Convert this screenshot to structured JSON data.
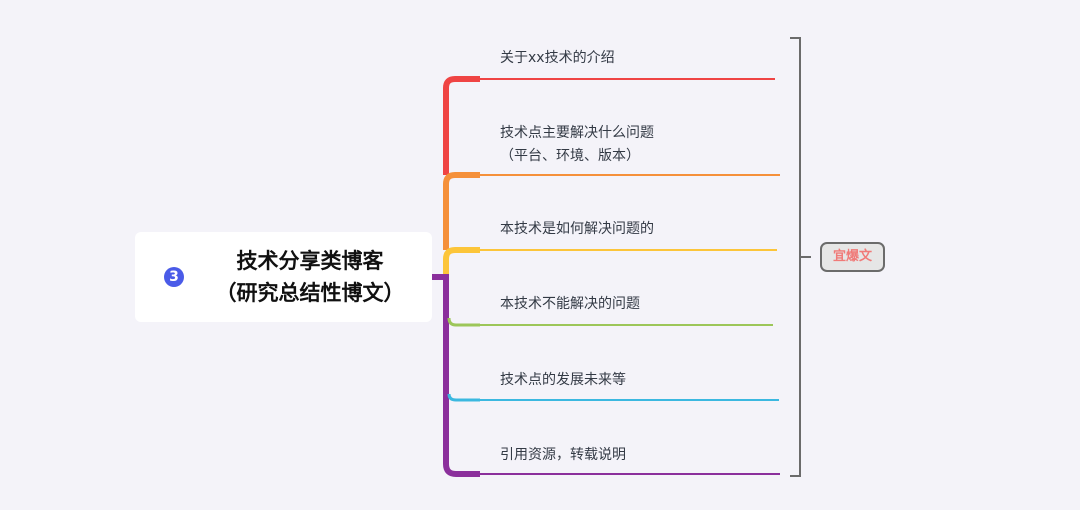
{
  "root": {
    "badge": "3",
    "title_line1": "技术分享类博客",
    "title_line2": "（研究总结性博文）"
  },
  "topics": [
    {
      "line1": "关于xx技术的介绍",
      "line2": "",
      "color": "#ef4444"
    },
    {
      "line1": "技术点主要解决什么问题",
      "line2": "（平台、环境、版本）",
      "color": "#f5903a"
    },
    {
      "line1": "本技术是如何解决问题的",
      "line2": "",
      "color": "#fcc53a"
    },
    {
      "line1": "本技术不能解决的问题",
      "line2": "",
      "color": "#9cc659"
    },
    {
      "line1": "技术点的发展未来等",
      "line2": "",
      "color": "#3bb8e0"
    },
    {
      "line1": "引用资源，转载说明",
      "line2": "",
      "color": "#8b2f9c"
    }
  ],
  "summary": {
    "label": "宜爆文",
    "bracket_color": "#6b6b6b",
    "text_color": "#f07a78"
  },
  "colors": {
    "background": "#f4f3f9",
    "root_connector": "#8b2f9c",
    "badge": "#4a5be8"
  }
}
